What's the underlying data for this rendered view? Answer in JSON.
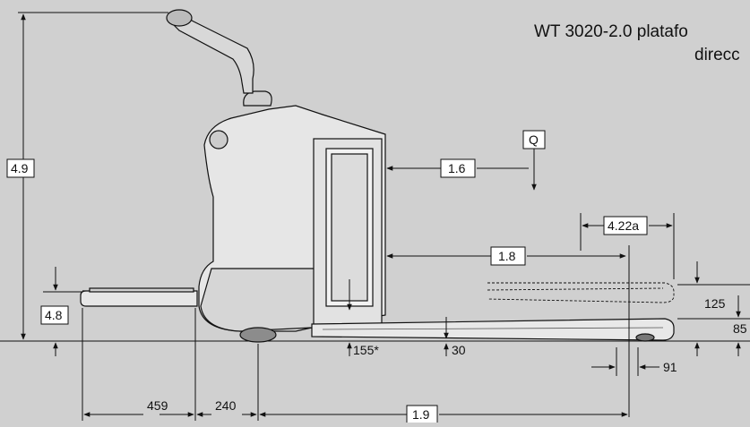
{
  "title": {
    "line1": "WT 3020-2.0 platafo",
    "line2": "direcc"
  },
  "dimensions": {
    "overall_height": "4.9",
    "fork_height": "4.8",
    "d_1_6": "1.6",
    "d_1_8": "1.8",
    "d_1_9": "1.9",
    "d_4_22a": "4.22a",
    "load_q": "Q",
    "d_125": "125",
    "d_85": "85",
    "d_155": "155*",
    "d_30": "30",
    "d_91": "91",
    "d_459": "459",
    "d_240": "240"
  },
  "colors": {
    "background": "#d0d0d0",
    "ink": "#111111",
    "truck_body": "#e6e6e6",
    "truck_shade": "#b4b4b4"
  }
}
